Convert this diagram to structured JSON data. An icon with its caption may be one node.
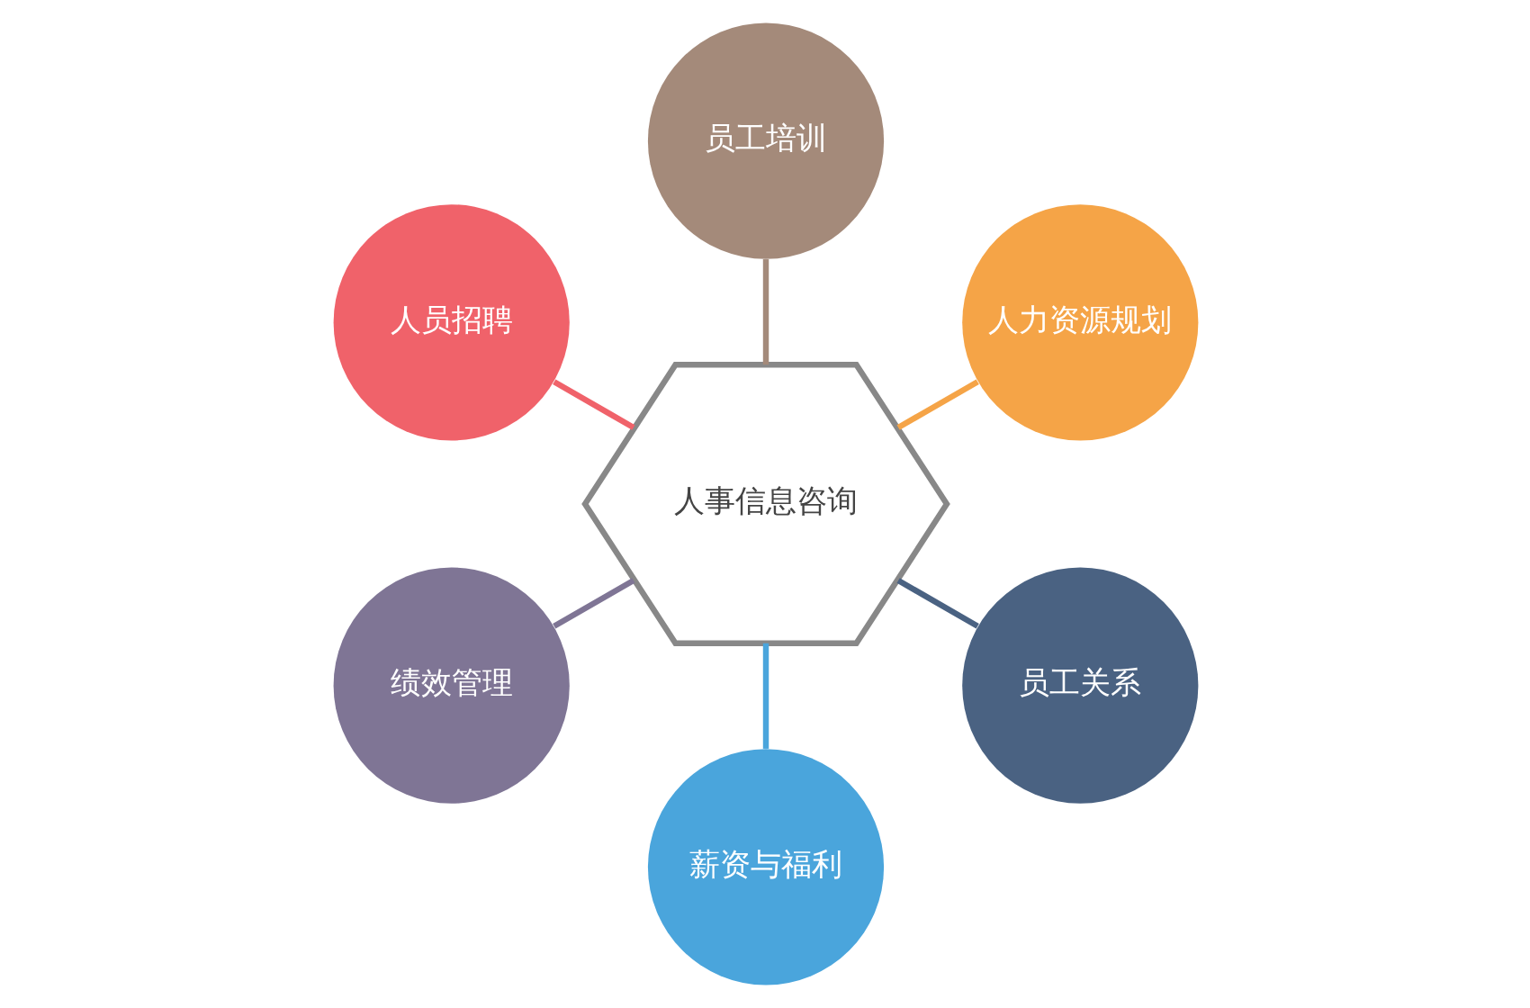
{
  "diagram": {
    "nodes": [
      {
        "text": [
          "人力资源规划"
        ]
      },
      {
        "text": [
          "员工培训"
        ]
      },
      {
        "text": [
          "人员招聘"
        ]
      },
      {
        "text": [
          "人事信息咨询"
        ]
      },
      {
        "text": [
          "绩效管理"
        ]
      },
      {
        "text": [
          "薪资与福利"
        ]
      },
      {
        "text": [
          "员工关系"
        ]
      }
    ],
    "edges": [
      {
        "from": 3,
        "to": 0,
        "arrow": "none",
        "color": "#f5a447"
      },
      {
        "from": 3,
        "to": 2,
        "arrow": "none",
        "color": "#f0626a"
      },
      {
        "from": 3,
        "to": 5,
        "arrow": "none",
        "color": "#4aa5dc"
      },
      {
        "from": 3,
        "to": 6,
        "arrow": "none",
        "color": "#4a6282"
      },
      {
        "from": 3,
        "to": 4,
        "arrow": "none",
        "color": "#7f7595"
      },
      {
        "from": 3,
        "to": 1,
        "arrow": "none",
        "color": "#a48a7a"
      }
    ]
  }
}
